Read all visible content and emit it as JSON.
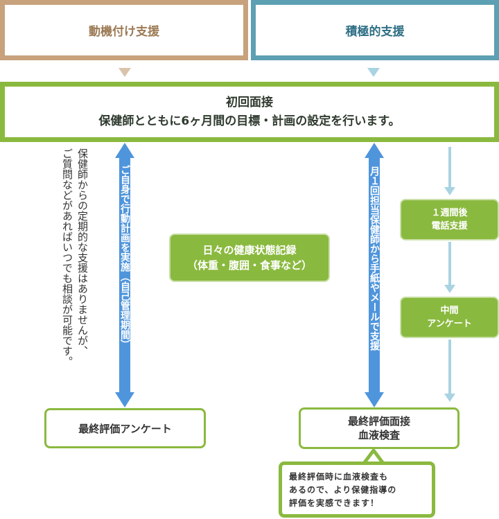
{
  "header": {
    "left_label": "動機付け支援",
    "right_label": "積極的支援"
  },
  "initial": {
    "line1": "初回面接",
    "line2": "保健師とともに6ヶ月間の目標・計画の設定を行います。"
  },
  "left_note": {
    "line1": "保健師からの定期的な支援はありませんが、",
    "line2": "ご質問などがあればいつでも相談が可能です。"
  },
  "left_arrow_label": "ご自身で行動計画を実施（自己管理期間）",
  "right_arrow_label": "月１回担当保健師から手紙やメールで支援",
  "daily_record": {
    "line1": "日々の健康状態記録",
    "line2": "（体重・腹囲・食事など）"
  },
  "one_week": {
    "line1": "１週間後",
    "line2": "電話支援"
  },
  "midterm": {
    "line1": "中間",
    "line2": "アンケート"
  },
  "final_survey": "最終評価アンケート",
  "final_interview": {
    "line1": "最終評価面接",
    "line2": "血液検査"
  },
  "callout": {
    "line1": "最終評価時に血液検査も",
    "line2": "あるので、より保健指導の",
    "line3": "評価を実感できます！"
  },
  "colors": {
    "motivation": "#c7a27c",
    "active": "#5d9fb3",
    "green": "#8ab93f",
    "blue_arrow": "#4f95dc",
    "light_blue": "#a9d3e3"
  }
}
